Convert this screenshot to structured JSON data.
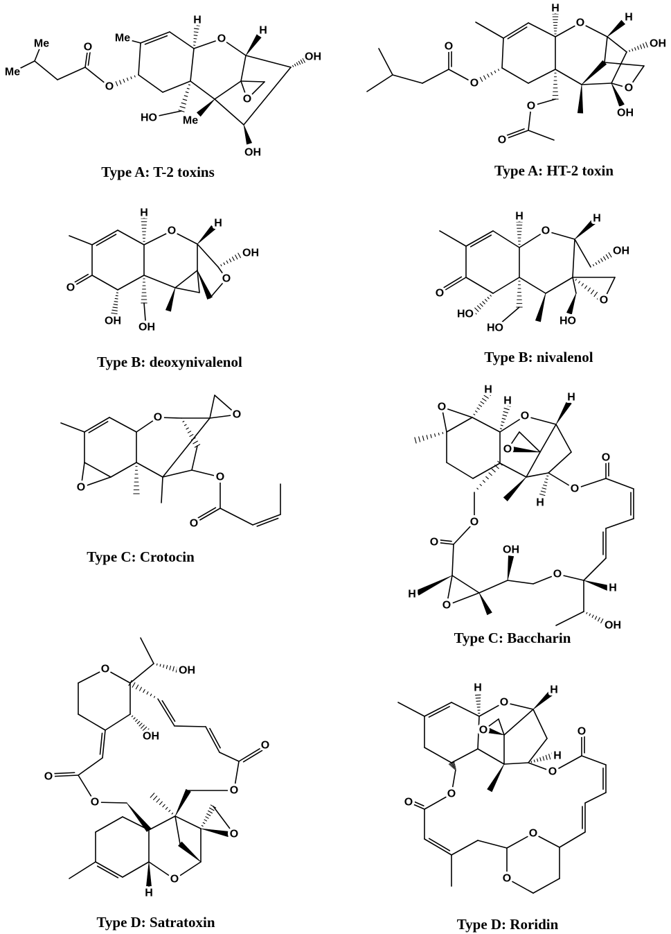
{
  "figure": {
    "molecules": [
      {
        "id": "t2",
        "caption": "Type A: T-2 toxins",
        "labels": [
          "Me",
          "Me",
          "O",
          "O",
          "Me",
          "H",
          "O",
          "H",
          "OH",
          "O",
          "HO",
          "Me",
          "OH"
        ]
      },
      {
        "id": "ht2",
        "caption": "Type A: HT-2 toxin",
        "labels": [
          "O",
          "O",
          "H",
          "O",
          "H",
          "OH",
          "O",
          "OH",
          "O",
          "O"
        ]
      },
      {
        "id": "deoxynivalenol",
        "caption": "Type B: deoxynivalenol",
        "labels": [
          "H",
          "O",
          "H",
          "OH",
          "O",
          "O",
          "OH",
          "OH"
        ]
      },
      {
        "id": "nivalenol",
        "caption": "Type B: nivalenol",
        "labels": [
          "H",
          "O",
          "H",
          "OH",
          "O",
          "HO",
          "O",
          "HO",
          "HO"
        ]
      },
      {
        "id": "crotocin",
        "caption": "Type C: Crotocin",
        "labels": [
          "O",
          "O",
          "O",
          "O",
          "O"
        ]
      },
      {
        "id": "baccharin",
        "caption": "Type C: Baccharin",
        "labels": [
          "H",
          "O",
          "H",
          "O",
          "H",
          "O",
          "H",
          "O",
          "O",
          "OH",
          "O",
          "H",
          "O",
          "H",
          "O",
          "O",
          "OH"
        ]
      },
      {
        "id": "satratoxin",
        "caption": "Type D: Satratoxin",
        "labels": [
          "OH",
          "O",
          "OH",
          "O",
          "O",
          "H",
          "O",
          "O",
          "O",
          "O"
        ]
      },
      {
        "id": "roridin",
        "caption": "Type D: Roridin",
        "labels": [
          "H",
          "O",
          "H",
          "O",
          "H",
          "O",
          "O",
          "O",
          "O",
          "O",
          "O"
        ]
      }
    ]
  }
}
